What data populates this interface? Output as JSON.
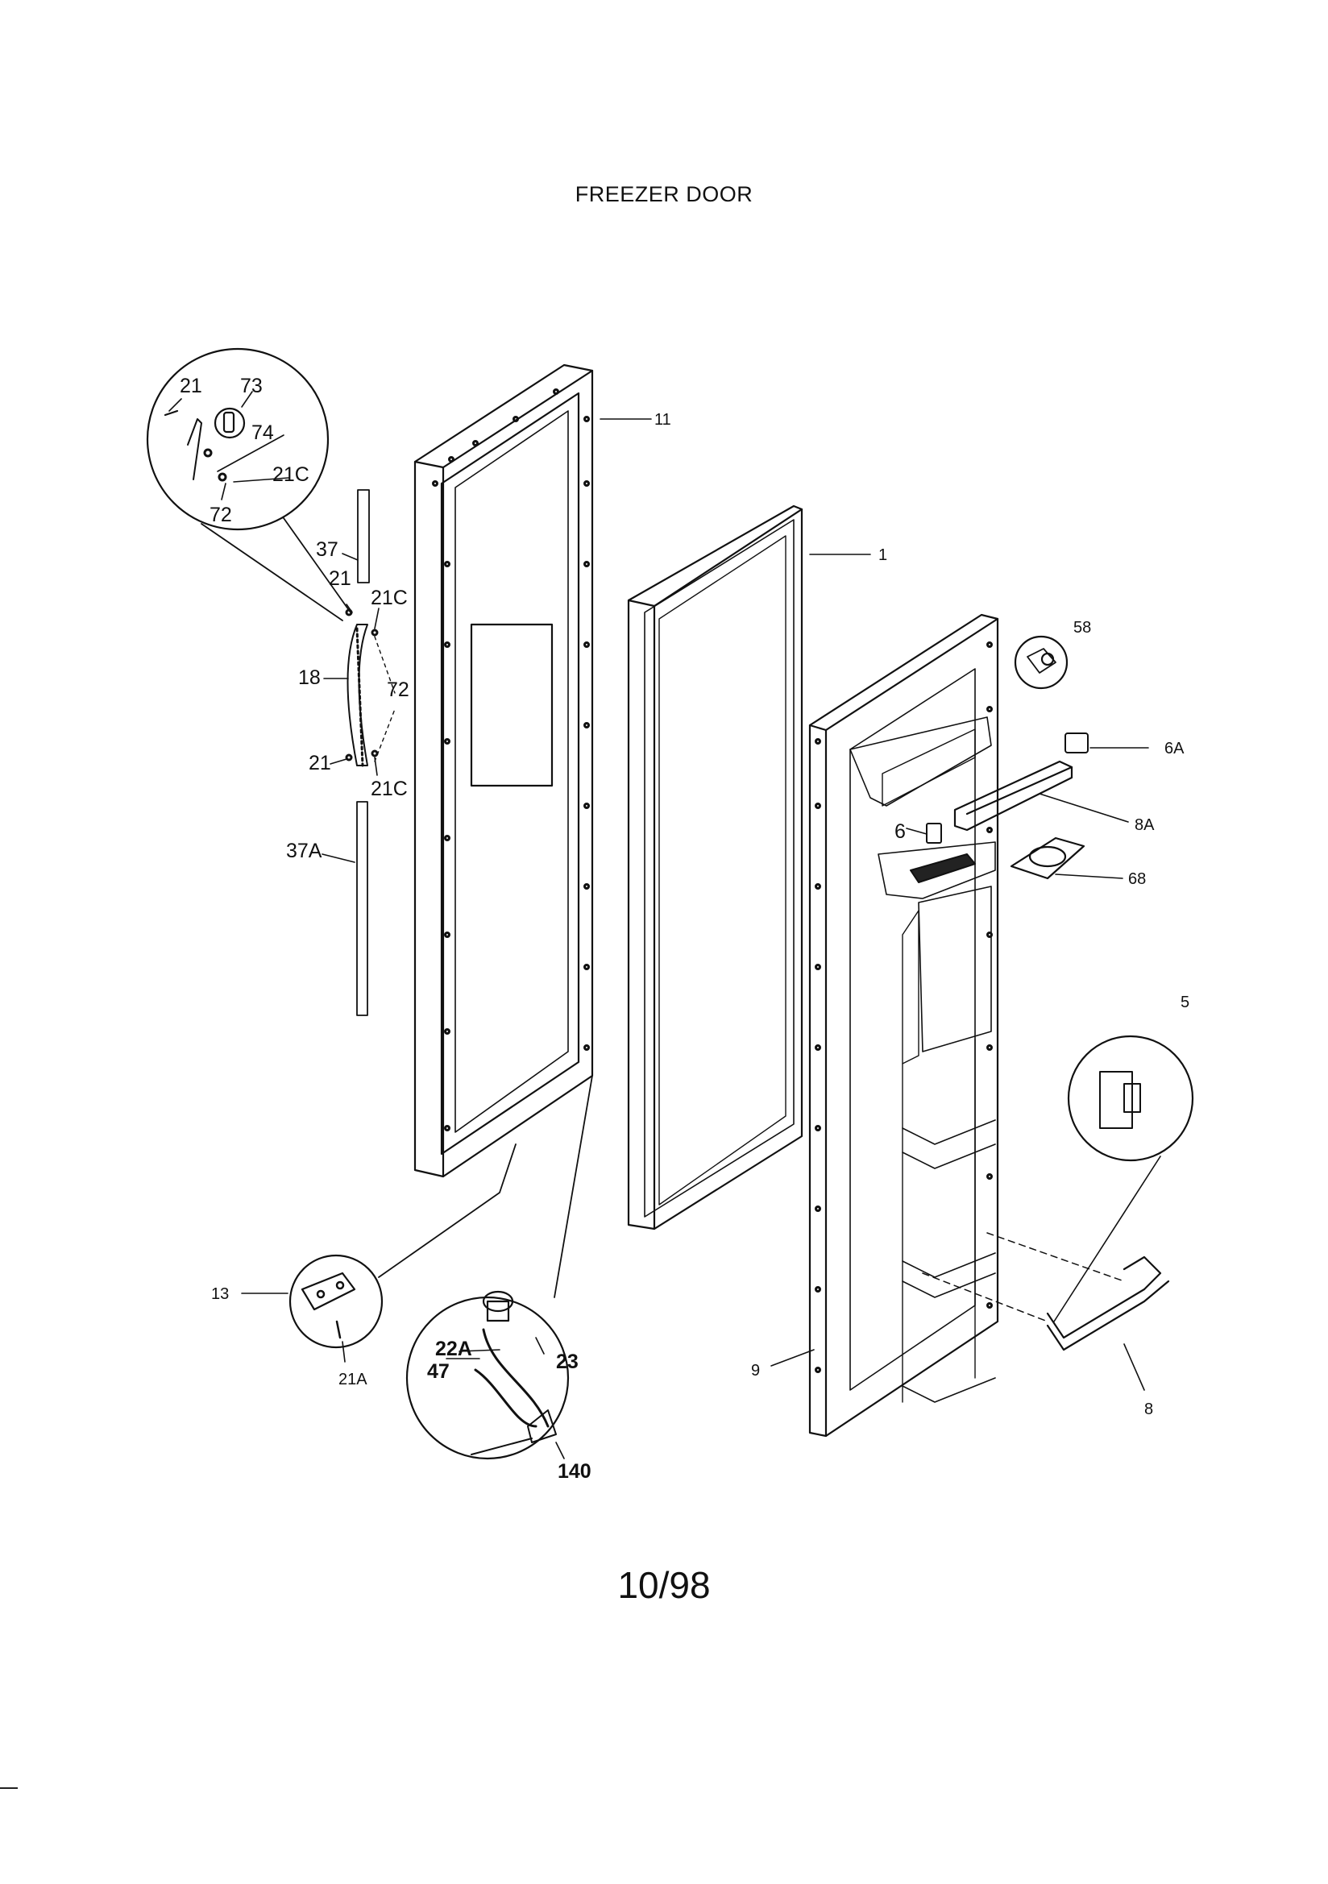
{
  "title": "FREEZER DOOR",
  "date_code": "10/98",
  "callouts": {
    "c21_top": "21",
    "c73": "73",
    "c74": "74",
    "c21C_top": "21C",
    "c72_top": "72",
    "c37": "37",
    "c21_mid": "21",
    "c21C_mid": "21C",
    "c18": "18",
    "c72_mid": "72",
    "c21_low": "21",
    "c21C_low": "21C",
    "c37A": "37A",
    "c11": "11",
    "c1": "1",
    "c58": "58",
    "c6A": "6A",
    "c8A": "8A",
    "c6": "6",
    "c68": "68",
    "c5": "5",
    "c13": "13",
    "c21A": "21A",
    "c22A": "22A",
    "c47": "47",
    "c23": "23",
    "c140": "140",
    "c9": "9",
    "c8": "8"
  }
}
